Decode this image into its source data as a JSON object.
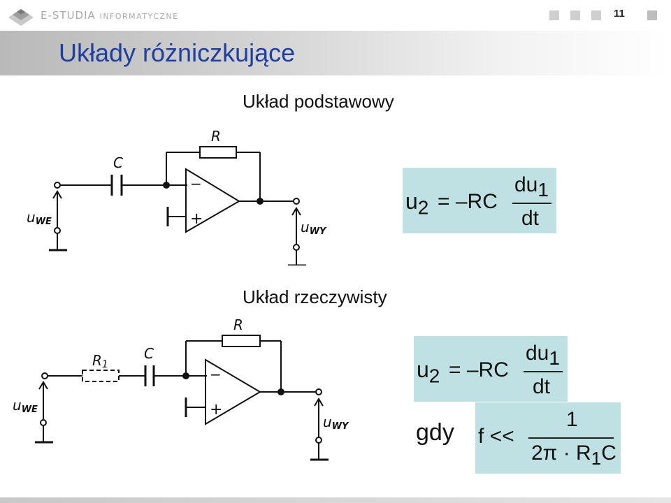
{
  "header": {
    "logo_main": "E-STUDIA",
    "logo_sub": "INFORMATYCZNE",
    "page_number": "11"
  },
  "slide": {
    "title": "Układy różniczkujące",
    "section1": "Układ podstawowy",
    "section2": "Układ rzeczywisty",
    "gdy": "gdy"
  },
  "circuit1": {
    "R": "R",
    "C": "C",
    "input": "u",
    "input_sub": "WE",
    "output": "u",
    "output_sub": "WY",
    "minus": "−",
    "plus": "+"
  },
  "circuit2": {
    "R": "R",
    "R1": "R",
    "R1_sub": "1",
    "C": "C",
    "input": "u",
    "input_sub": "WE",
    "output": "u",
    "output_sub": "WY",
    "minus": "−",
    "plus": "+"
  },
  "formula1": {
    "lhs": "u",
    "lhs_sub": "2",
    "rhs": "= –RC",
    "num": "du",
    "num_sub": "1",
    "den": "dt"
  },
  "formula2": {
    "lhs": "u",
    "lhs_sub": "2",
    "rhs": "= –RC",
    "num": "du",
    "num_sub": "1",
    "den": "dt"
  },
  "formula3": {
    "lhs": "f <<",
    "num": "1",
    "den_a": "2π · R",
    "den_sub": "1",
    "den_b": "C"
  }
}
